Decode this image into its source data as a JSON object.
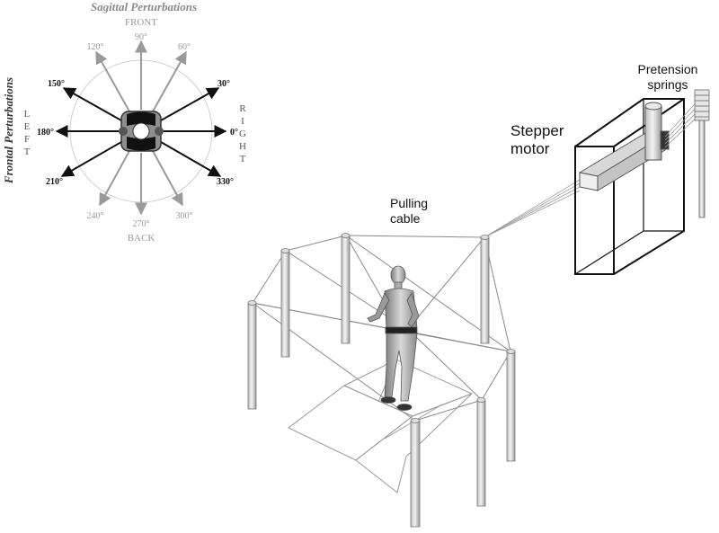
{
  "compass": {
    "title_top": "Sagittal Perturbations",
    "title_side": "Frontal Perturbations",
    "front": "FRONT",
    "back": "BACK",
    "left_letters": [
      "L",
      "E",
      "F",
      "T"
    ],
    "right_letters": [
      "R",
      "I",
      "G",
      "H",
      "T"
    ],
    "black_angles": [
      "0°",
      "30°",
      "150°",
      "180°",
      "210°",
      "330°"
    ],
    "grey_angles": [
      "60°",
      "90°",
      "120°",
      "240°",
      "270°",
      "300°"
    ]
  },
  "apparatus": {
    "pretension": [
      "Pretension",
      "springs"
    ],
    "stepper": [
      "Stepper",
      "motor"
    ],
    "pulling": [
      "Pulling",
      "cable"
    ]
  }
}
